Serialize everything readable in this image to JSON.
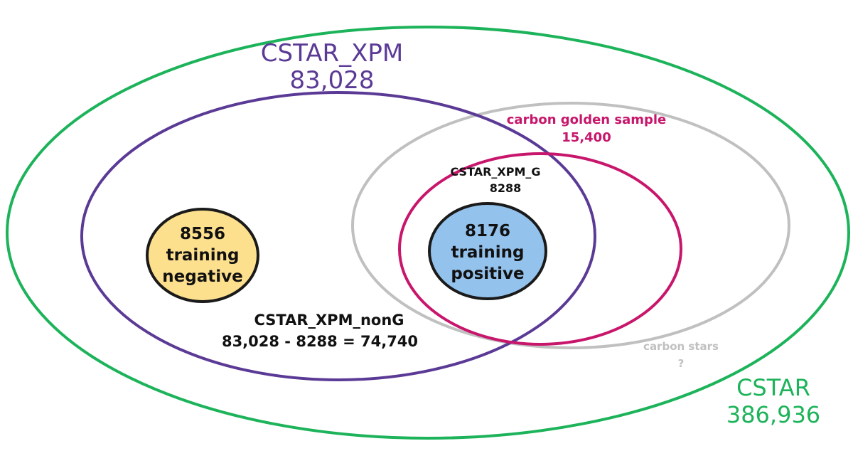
{
  "sets": {
    "cstar": {
      "name": "CSTAR",
      "count": "386,936",
      "color": "#1db35a"
    },
    "cstar_xpm": {
      "name": "CSTAR_XPM",
      "count": "83,028",
      "color": "#5b3a96"
    },
    "carbon_stars": {
      "name": "carbon stars",
      "count": "?",
      "color": "#c0c0c0"
    },
    "golden_sample": {
      "name": "carbon golden sample",
      "count": "15,400",
      "color": "#c7166b"
    },
    "cstar_xpm_g": {
      "name": "CSTAR_XPM_G",
      "count": "8288"
    },
    "cstar_xpm_nong": {
      "name": "CSTAR_XPM_nonG",
      "formula": "83,028 - 8288 = 74,740"
    },
    "training_negative": {
      "count": "8556",
      "line1": "training",
      "line2": "negative",
      "fill": "#fde08e"
    },
    "training_positive": {
      "count": "8176",
      "line1": "training",
      "line2": "positive",
      "fill": "#93c2ec"
    }
  }
}
